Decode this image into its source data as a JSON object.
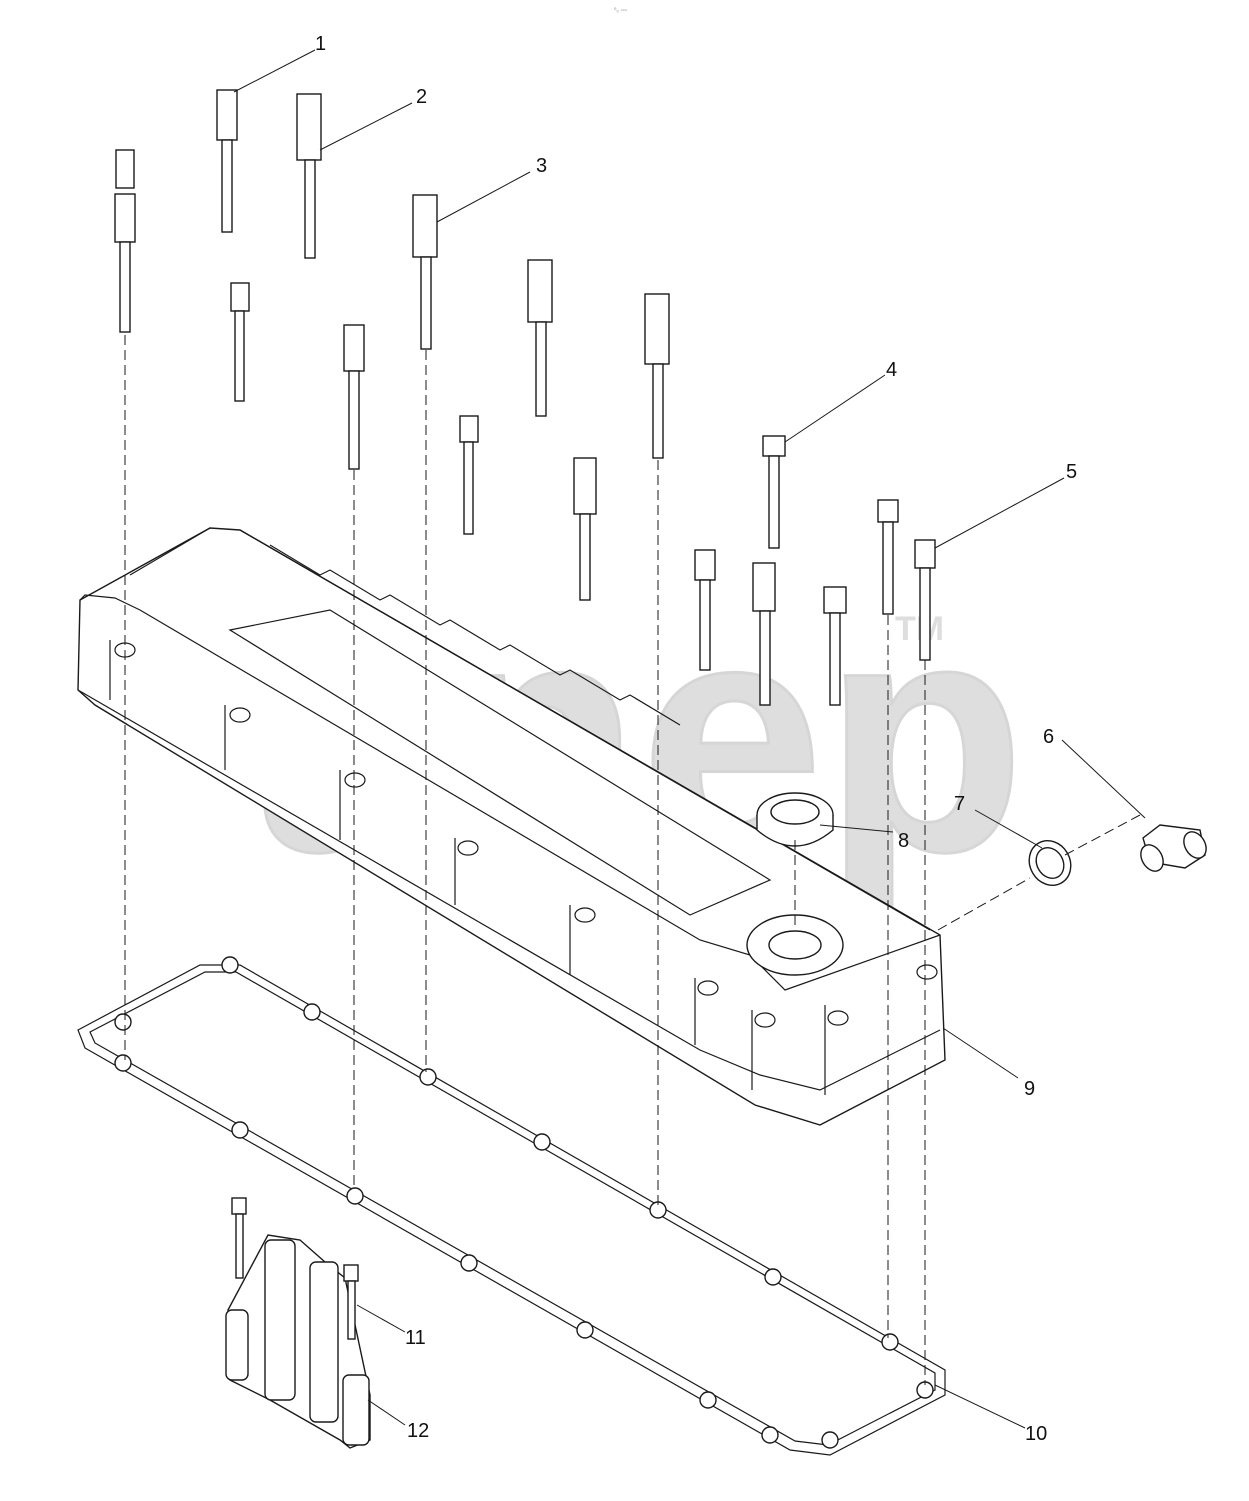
{
  "top_marker": "⁰₀ ▫▫▫",
  "watermark": {
    "text": "anep",
    "trademark": "TM"
  },
  "callouts": [
    {
      "id": "1",
      "part": "bolt"
    },
    {
      "id": "2",
      "part": "bolt"
    },
    {
      "id": "3",
      "part": "bolt"
    },
    {
      "id": "4",
      "part": "flange-bolt"
    },
    {
      "id": "5",
      "part": "bolt"
    },
    {
      "id": "6",
      "part": "fitting"
    },
    {
      "id": "7",
      "part": "sealing-ring"
    },
    {
      "id": "8",
      "part": "oil-filler-cap"
    },
    {
      "id": "9",
      "part": "valve-cover"
    },
    {
      "id": "10",
      "part": "gasket"
    },
    {
      "id": "11",
      "part": "flange-bolt"
    },
    {
      "id": "12",
      "part": "bracket"
    }
  ]
}
